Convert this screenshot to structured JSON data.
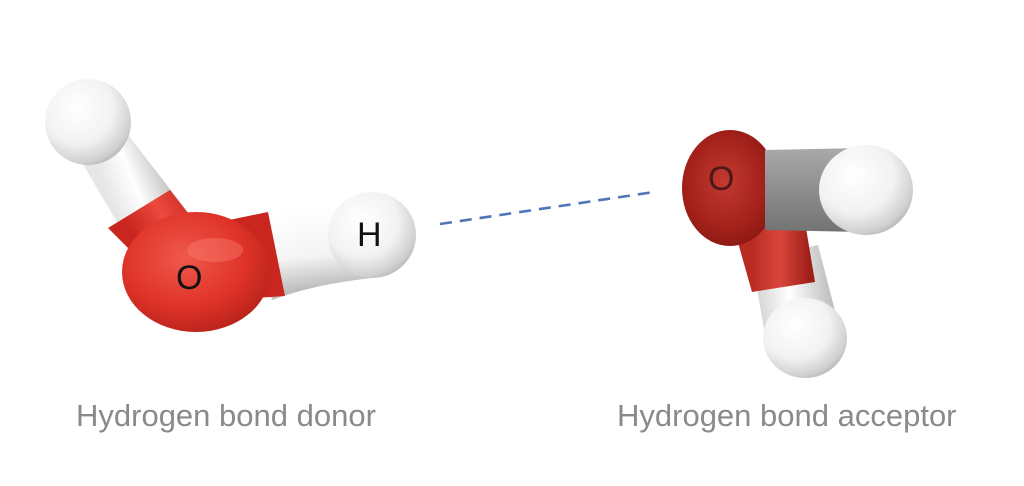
{
  "diagram": {
    "donor": {
      "caption": "Hydrogen bond donor",
      "oxygen_label": "O",
      "hydrogen_label": "H"
    },
    "acceptor": {
      "caption": "Hydrogen bond acceptor",
      "oxygen_label": "O"
    },
    "colors": {
      "oxygen": "#e0362b",
      "oxygen_dark": "#a41b16",
      "hydrogen": "#ffffff",
      "hydrogen_shade": "#c9c9c9",
      "hydrogen_bond_line": "#4f74b8",
      "caption_text": "#8a8a8a"
    }
  }
}
